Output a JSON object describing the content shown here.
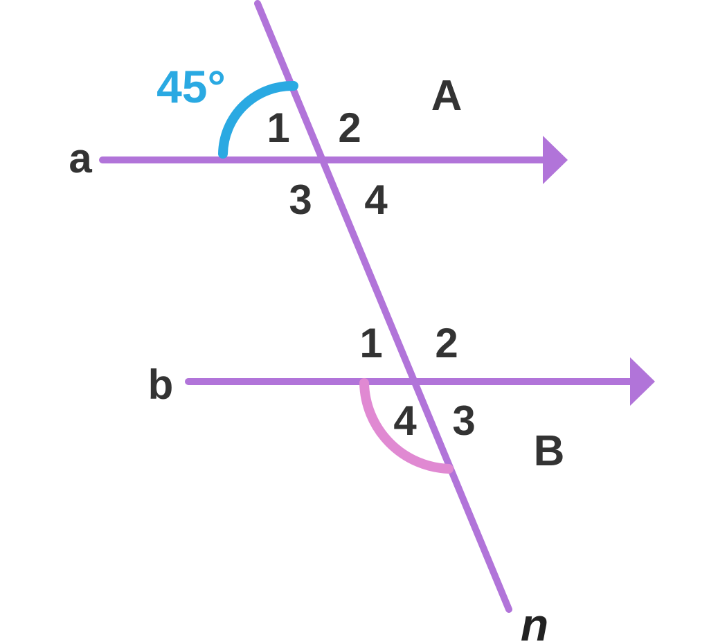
{
  "colors": {
    "line": "#b174d9",
    "text": "#333333",
    "angle_arc_top": "#2aa9e2",
    "angle_arc_bottom": "#e089d2"
  },
  "labels": {
    "line_a": "a",
    "line_b": "b",
    "transversal": "n",
    "point_A": "A",
    "point_B": "B",
    "angle_value": "45°",
    "top_angles": [
      "1",
      "2",
      "3",
      "4"
    ],
    "bottom_angles": [
      "1",
      "2",
      "4",
      "3"
    ]
  }
}
